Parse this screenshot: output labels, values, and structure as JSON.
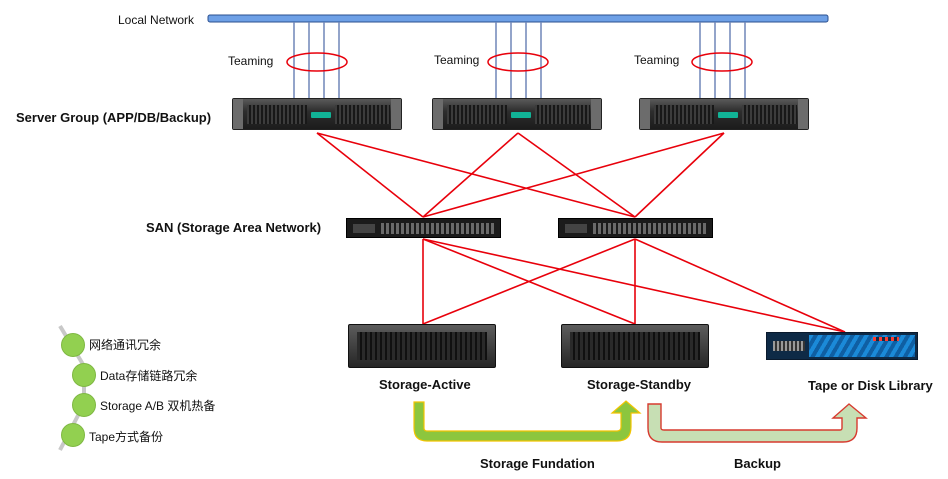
{
  "network": {
    "label": "Local Network"
  },
  "teaming": {
    "labels": [
      "Teaming",
      "Teaming",
      "Teaming"
    ]
  },
  "servers": {
    "label": "Server Group (APP/DB/Backup)"
  },
  "san": {
    "label": "SAN (Storage Area Network)"
  },
  "storage": {
    "active_label": "Storage-Active",
    "standby_label": "Storage-Standby",
    "library_label": "Tape or Disk Library"
  },
  "flows": {
    "foundation_label": "Storage Fundation",
    "backup_label": "Backup"
  },
  "legend": {
    "items": [
      "网络通讯冗余",
      "Data存储链路冗余",
      "Storage A/B 双机热备",
      "Tape方式备份"
    ]
  },
  "colors": {
    "network_bar": "#6ea0e6",
    "link_red": "#e8000b",
    "team_line": "#6f86b8",
    "legend_dot": "#92d050",
    "foundation_arrow": "#8cc63e",
    "backup_arrow": "#c7dfb4"
  }
}
